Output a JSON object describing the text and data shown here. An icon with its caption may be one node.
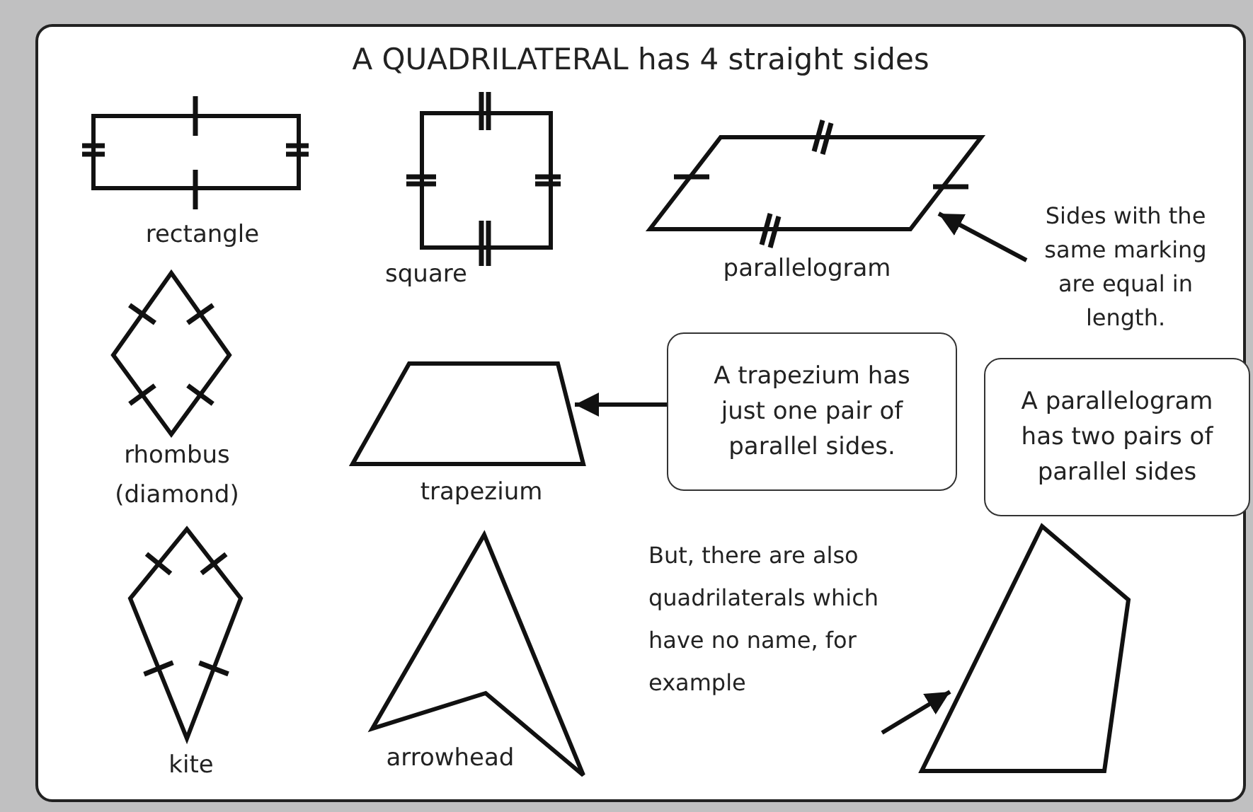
{
  "diagram": {
    "title": "A QUADRILATERAL has 4 straight sides",
    "nodes": [
      {
        "text": [
          "rectangle"
        ]
      },
      {
        "text": [
          "square"
        ]
      },
      {
        "text": [
          "parallelogram"
        ]
      },
      {
        "text": [
          "Sides with the same marking are equal in length."
        ]
      },
      {
        "text": [
          "rhombus (diamond)"
        ]
      },
      {
        "text": [
          "trapezium"
        ]
      },
      {
        "text": [
          "A trapezium has just one pair of parallel sides."
        ]
      },
      {
        "text": [
          "A parallelogram has two pairs of parallel sides"
        ]
      },
      {
        "text": [
          "kite"
        ]
      },
      {
        "text": [
          "arrowhead"
        ]
      },
      {
        "text": [
          "But, there are also quadrilaterals which have no name, for example"
        ]
      },
      {
        "text": [],
        "shape": "picture"
      }
    ],
    "edges": [
      {
        "from": 3,
        "to": 2,
        "arrow": "to"
      },
      {
        "from": 6,
        "to": 5,
        "arrow": "to"
      },
      {
        "from": 10,
        "to": 11,
        "arrow": "to"
      }
    ]
  }
}
